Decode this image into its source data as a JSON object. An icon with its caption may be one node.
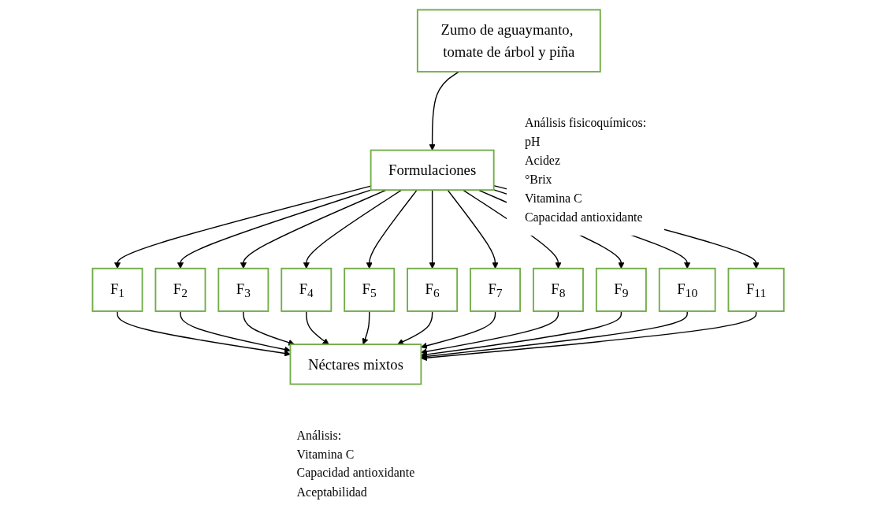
{
  "diagram": {
    "nodes": [
      {
        "text": [
          "Zumo de aguaymanto, tomate de árbol y piña"
        ],
        "beside": [
          "Análisis fisicoquímicos:",
          "pH",
          "Acidez",
          "°Brix",
          "Vitamina C",
          "Capacidad antioxidante"
        ]
      },
      {
        "text": [
          "Formulaciones"
        ]
      },
      {
        "text": [
          "F$_{1}$"
        ]
      },
      {
        "text": [
          "F$_{2}$"
        ]
      },
      {
        "text": [
          "F$_{3}$"
        ]
      },
      {
        "text": [
          "F$_{4}$"
        ]
      },
      {
        "text": [
          "F$_{5}$"
        ]
      },
      {
        "text": [
          "F$_{6}$"
        ]
      },
      {
        "text": [
          "F$_{7}$"
        ]
      },
      {
        "text": [
          "F$_{8}$"
        ]
      },
      {
        "text": [
          "F$_{9}$"
        ]
      },
      {
        "text": [
          "F$_{10}$"
        ]
      },
      {
        "text": [
          "F$_{11}$"
        ]
      },
      {
        "text": [
          "Néctares mixtos"
        ],
        "beside": [
          "Análisis:",
          "Vitamina C",
          "Capacidad antioxidante",
          "Aceptabilidad"
        ]
      }
    ],
    "edges": [
      {
        "from": 0,
        "to": 1,
        "arrow": "to"
      },
      {
        "from": 1,
        "to": 2,
        "arrow": "to"
      },
      {
        "from": 1,
        "to": 3,
        "arrow": "to"
      },
      {
        "from": 1,
        "to": 4,
        "arrow": "to"
      },
      {
        "from": 1,
        "to": 5,
        "arrow": "to"
      },
      {
        "from": 1,
        "to": 6,
        "arrow": "to"
      },
      {
        "from": 1,
        "to": 7,
        "arrow": "to"
      },
      {
        "from": 1,
        "to": 8,
        "arrow": "to"
      },
      {
        "from": 1,
        "to": 9,
        "arrow": "to"
      },
      {
        "from": 1,
        "to": 10,
        "arrow": "to"
      },
      {
        "from": 1,
        "to": 11,
        "arrow": "to"
      },
      {
        "from": 1,
        "to": 12,
        "arrow": "to"
      },
      {
        "from": 2,
        "to": 13,
        "arrow": "to"
      },
      {
        "from": 3,
        "to": 13,
        "arrow": "to"
      },
      {
        "from": 4,
        "to": 13,
        "arrow": "to"
      },
      {
        "from": 5,
        "to": 13,
        "arrow": "to"
      },
      {
        "from": 6,
        "to": 13,
        "arrow": "to"
      },
      {
        "from": 7,
        "to": 13,
        "arrow": "to"
      },
      {
        "from": 8,
        "to": 13,
        "arrow": "to"
      },
      {
        "from": 9,
        "to": 13,
        "arrow": "to"
      },
      {
        "from": 10,
        "to": 13,
        "arrow": "to"
      },
      {
        "from": 11,
        "to": 13,
        "arrow": "to"
      },
      {
        "from": 12,
        "to": 13,
        "arrow": "to"
      }
    ]
  }
}
